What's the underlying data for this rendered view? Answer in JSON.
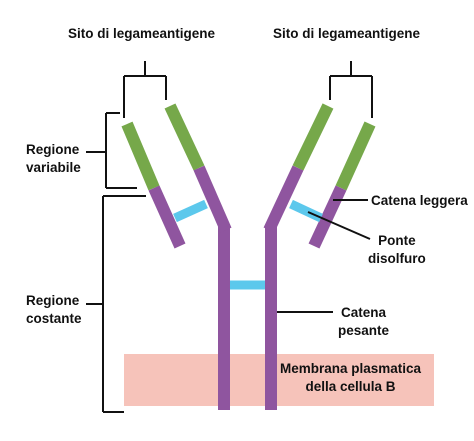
{
  "labels": {
    "site_left": "Sito di legameantigene",
    "site_right": "Sito di legameantigene",
    "regione_variabile": "Regione\nvariabile",
    "regione_costante": "Regione\ncostante",
    "catena_leggera": "Catena leggera",
    "ponte_disolfuro": "Ponte\ndisolfuro",
    "catena_pesante": "Catena\npesante",
    "membrana": "Membrana plasmatica\ndella cellula B"
  },
  "colors": {
    "variable_region": "#76a84a",
    "constant_region": "#8f559f",
    "disulfide_bridge": "#5cc8ec",
    "membrane": "#f6c3ba",
    "lines": "#111111"
  }
}
